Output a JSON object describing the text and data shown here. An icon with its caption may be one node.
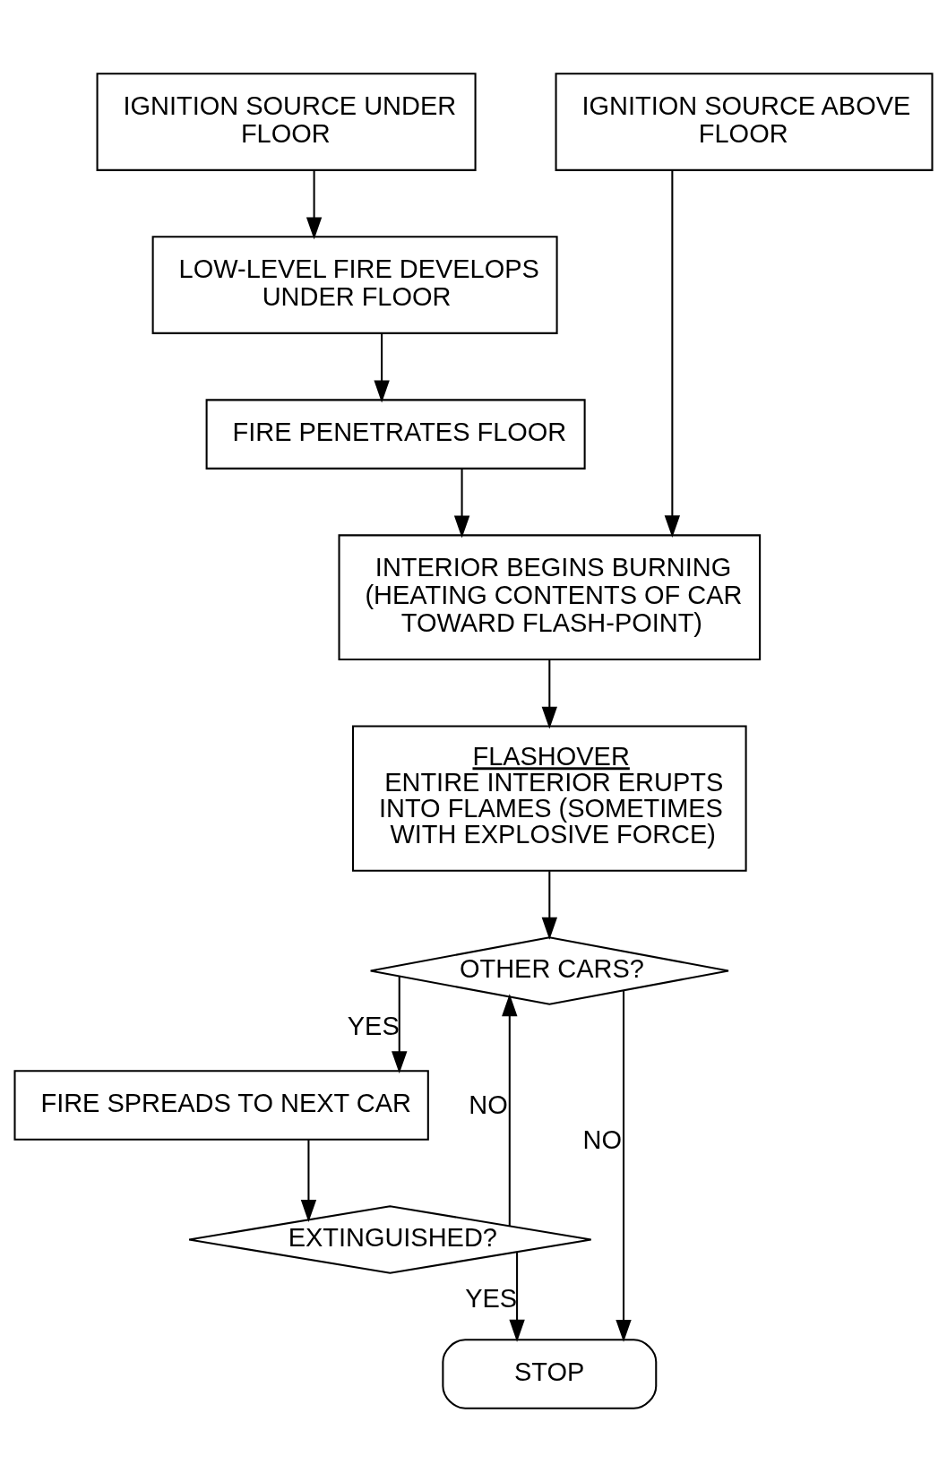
{
  "diagram": {
    "nodes": [
      {
        "text": [
          "IGNITION SOURCE UNDER FLOOR"
        ]
      },
      {
        "text": [
          "IGNITION SOURCE ABOVE FLOOR"
        ]
      },
      {
        "text": [
          "LOW-LEVEL FIRE DEVELOPS UNDER FLOOR"
        ]
      },
      {
        "text": [
          "FIRE PENETRATES FLOOR"
        ]
      },
      {
        "text": [
          "INTERIOR BEGINS BURNING (HEATING CONTENTS OF CAR TOWARD FLASH-POINT)"
        ]
      },
      {
        "text": [
          "FLASHOVER",
          "ENTIRE INTERIOR ERUPTS INTO FLAMES (SOMETIMES WITH EXPLOSIVE FORCE)"
        ]
      },
      {
        "text": [
          "OTHER CARS?"
        ]
      },
      {
        "text": [
          "FIRE SPREADS TO NEXT CAR"
        ]
      },
      {
        "text": [
          "EXTINGUISHED?"
        ]
      },
      {
        "text": [
          "STOP"
        ]
      }
    ],
    "edges": [
      {
        "from": 0,
        "to": 2,
        "arrow": "to"
      },
      {
        "from": 2,
        "to": 3,
        "arrow": "to"
      },
      {
        "from": 3,
        "to": 4,
        "arrow": "to"
      },
      {
        "from": 1,
        "to": 4,
        "arrow": "to"
      },
      {
        "from": 4,
        "to": 5,
        "arrow": "to"
      },
      {
        "from": 5,
        "to": 6,
        "arrow": "to"
      },
      {
        "from": 6,
        "to": 9,
        "label": "NO",
        "arrow": "to"
      },
      {
        "from": 6,
        "to": 7,
        "label": "YES",
        "arrow": "to"
      },
      {
        "from": 7,
        "to": 8,
        "arrow": "to"
      },
      {
        "from": 8,
        "to": 6,
        "label": "NO",
        "arrow": "to"
      },
      {
        "from": 8,
        "to": 9,
        "label": "YES",
        "arrow": "to"
      }
    ]
  }
}
